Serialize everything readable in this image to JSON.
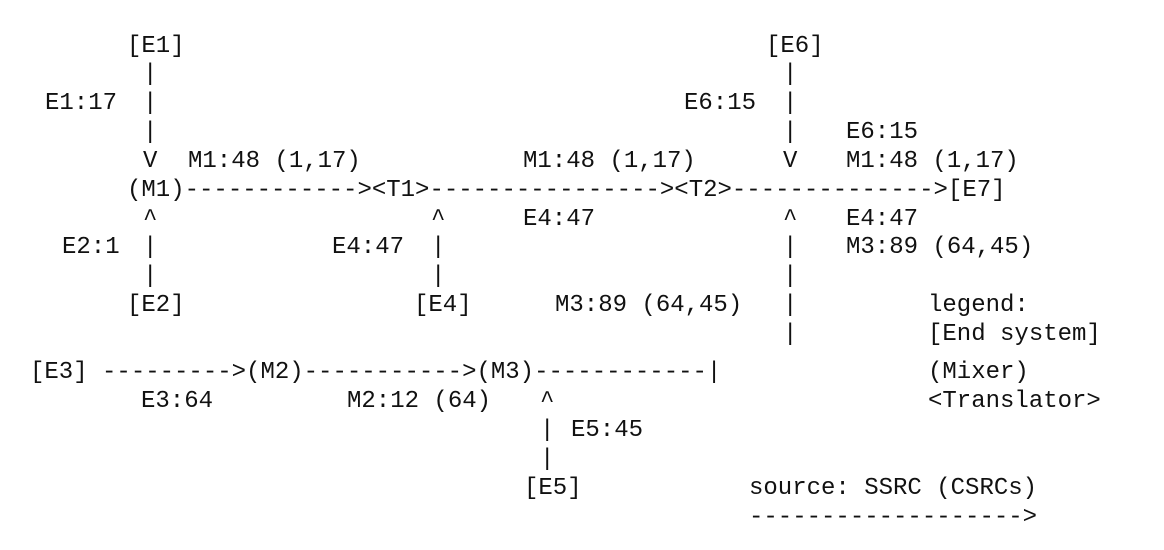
{
  "diagram": {
    "lines": [
      "         [E1]                                                [E6]",
      "          |                                                    |",
      "    E1:17 |                                              E6:15 |",
      "          |                                                    |  E6:15",
      "          V  M1:48 (1,17)            M1:48 (1,17)              V  M1:48 (1,17)",
      "         (M1)------------->&lt;T1&gt;----------------->&lt;T2&gt;----------------->[E7]",
      "          ^                 ^            E4:47                  ^  E4:47",
      "     E2:1 |           E4:47 |                                  |  M3:89 (64,45)",
      "          |                 |                                  |",
      "         [E2]              [E4]      M3:89 (64,45) |                 legend:",
      "                                                   |                 [End system]",
      "[E3] --------->(M2)----------->(M3)------------|                 (Mixer)",
      "         E3:64      M2:12 (64)  ^                                &lt;Translator&gt;",
      "                                | E5:45",
      "                                |",
      "                               [E5]             source: SSRC (CSRCs)",
      "                                                ------------------->"
    ]
  }
}
